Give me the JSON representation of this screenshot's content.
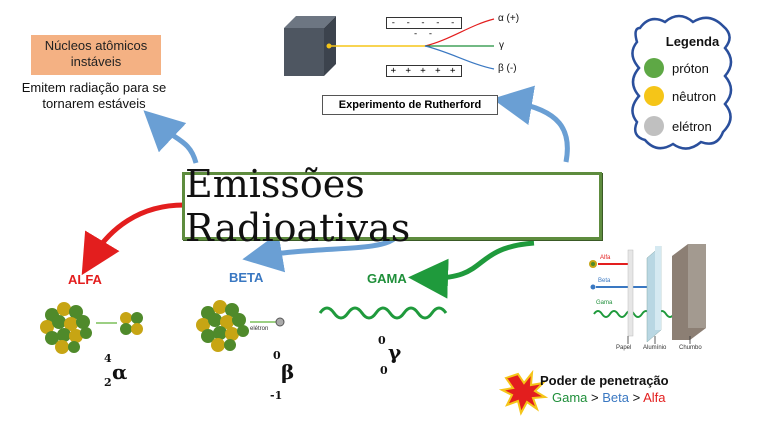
{
  "title": "Emissões Radioativas",
  "stable": {
    "box_text": "Núcleos atômicos instáveis",
    "description": "Emitem radiação para se tornarem estáveis"
  },
  "rutherford": {
    "label": "Experimento de Rutherford",
    "negative_plate": "- - - - - - -",
    "positive_plate": "+ + + + +",
    "alpha_label": "α (+)",
    "gamma_label": "γ",
    "beta_label": "β (-)"
  },
  "legend": {
    "title": "Legenda",
    "items": [
      {
        "label": "próton",
        "color": "#5ea845"
      },
      {
        "label": "nêutron",
        "color": "#f5c518"
      },
      {
        "label": "elétron",
        "color": "#c0c0c0"
      }
    ]
  },
  "alfa": {
    "label": "ALFA",
    "symbol": "α",
    "mass": "4",
    "atomic": "2"
  },
  "beta": {
    "label": "BETA",
    "symbol": "β",
    "mass": "0",
    "atomic": "-1",
    "electron_label": "elétron"
  },
  "gama": {
    "label": "GAMA",
    "symbol": "γ",
    "mass": "0",
    "atomic": "0"
  },
  "shield": {
    "alfa": "Alfa",
    "beta": "Beta",
    "gama": "Gama",
    "papel": "Papel",
    "aluminio": "Alumínio",
    "chumbo": "Chumbo"
  },
  "penetration": {
    "title": "Poder de penetração",
    "gama": "Gama",
    "sep1": " > ",
    "beta": "Beta",
    "sep2": " > ",
    "alfa": "Alfa"
  },
  "colors": {
    "alfa": "#e31e1e",
    "beta": "#3a78c2",
    "gama": "#1f8f3a",
    "title_border": "#5e8c3e",
    "stable_box": "#f4b183"
  }
}
